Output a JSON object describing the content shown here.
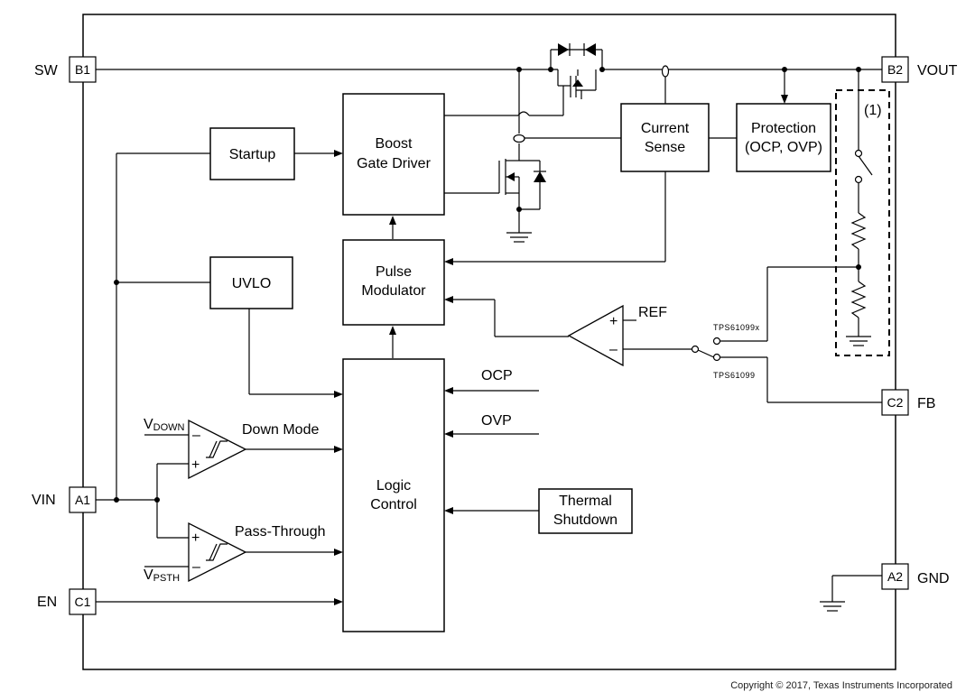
{
  "pins": {
    "sw": {
      "id": "B1",
      "name": "SW"
    },
    "vout": {
      "id": "B2",
      "name": "VOUT"
    },
    "vin": {
      "id": "A1",
      "name": "VIN"
    },
    "en": {
      "id": "C1",
      "name": "EN"
    },
    "fb": {
      "id": "C2",
      "name": "FB"
    },
    "gnd": {
      "id": "A2",
      "name": "GND"
    }
  },
  "blocks": {
    "startup": "Startup",
    "boost_line1": "Boost",
    "boost_line2": "Gate Driver",
    "uvlo": "UVLO",
    "pulse_line1": "Pulse",
    "pulse_line2": "Modulator",
    "logic_line1": "Logic",
    "logic_line2": "Control",
    "current_line1": "Current",
    "current_line2": "Sense",
    "protection_line1": "Protection",
    "protection_line2": "(OCP, OVP)",
    "thermal_line1": "Thermal",
    "thermal_line2": "Shutdown"
  },
  "labels": {
    "ref": "REF",
    "ocp": "OCP",
    "ovp": "OVP",
    "down_mode": "Down Mode",
    "pass_through": "Pass-Through",
    "vdown_main": "V",
    "vdown_sub": "DOWN",
    "vpsth_main": "V",
    "vpsth_sub": "PSTH",
    "note": "(1)",
    "tps_x": "TPS61099x",
    "tps": "TPS61099",
    "plus": "+",
    "minus": "–"
  },
  "copyright": "Copyright © 2017, Texas Instruments Incorporated"
}
